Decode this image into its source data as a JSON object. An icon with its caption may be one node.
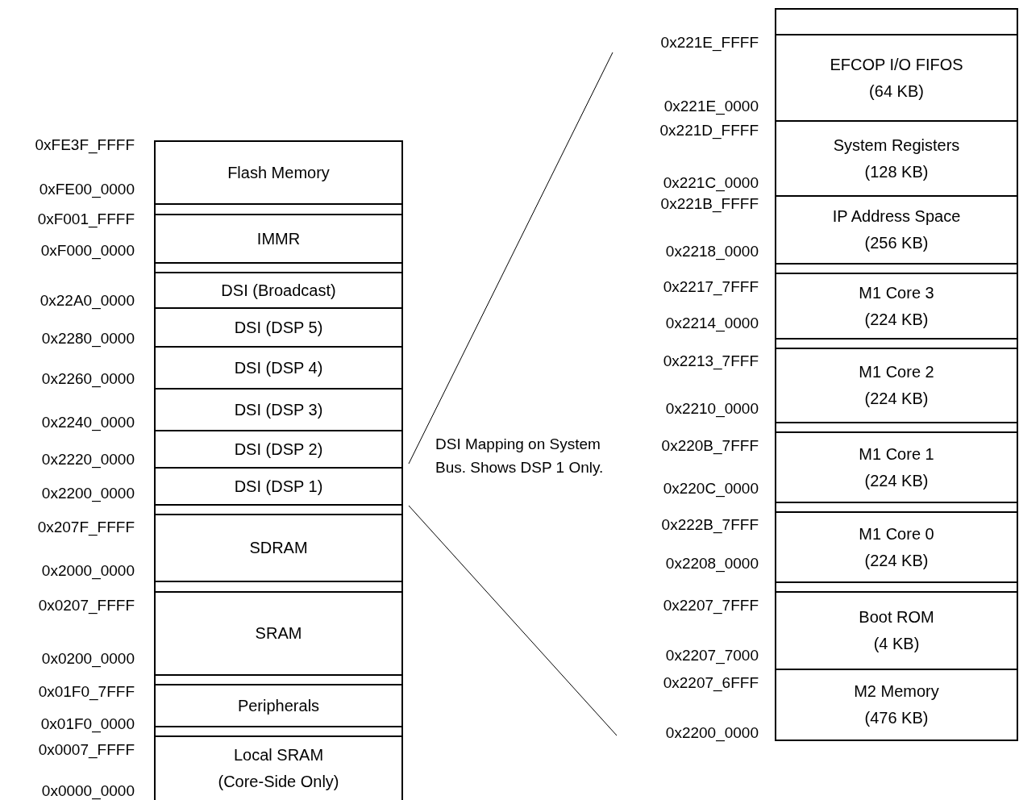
{
  "diagram": {
    "nodes": [
      {
        "text": [
          "Flash Memory"
        ]
      },
      {
        "text": [
          "IMMR"
        ]
      },
      {
        "text": [
          "DSI (Broadcast)"
        ]
      },
      {
        "text": [
          "DSI (DSP 5)"
        ]
      },
      {
        "text": [
          "DSI (DSP 4)"
        ]
      },
      {
        "text": [
          "DSI (DSP 3)"
        ]
      },
      {
        "text": [
          "DSI (DSP 2)"
        ]
      },
      {
        "text": [
          "DSI (DSP 1)"
        ]
      },
      {
        "text": [
          "SDRAM"
        ]
      },
      {
        "text": [
          "SRAM"
        ]
      },
      {
        "text": [
          "Peripherals"
        ]
      },
      {
        "text": [
          "Local SRAM (Core-Side Only)"
        ]
      },
      {
        "text": [
          "EFCOP I/O FIFOS",
          "(64 KB)"
        ]
      },
      {
        "text": [
          "System Registers",
          "(128 KB)"
        ]
      },
      {
        "text": [
          "IP Address Space",
          "(256 KB)"
        ]
      },
      {
        "text": [
          "M1 Core 3",
          "(224 KB)"
        ]
      },
      {
        "text": [
          "M1 Core 2",
          "(224 KB)"
        ]
      },
      {
        "text": [
          "M1 Core 1",
          "(224 KB)"
        ]
      },
      {
        "text": [
          "M1 Core 0",
          "(224 KB)"
        ]
      },
      {
        "text": [
          "Boot ROM",
          "(4 KB)"
        ]
      },
      {
        "text": [
          "M2 Memory",
          "(476 KB)"
        ]
      },
      {
        "text": [],
        "shape": "bar"
      },
      {
        "text": [],
        "shape": "bar"
      },
      {
        "text": [],
        "shape": "bar"
      },
      {
        "text": [],
        "shape": "bar"
      },
      {
        "text": [],
        "shape": "bar"
      },
      {
        "text": [],
        "shape": "bar"
      },
      {
        "text": [],
        "shape": "bar"
      },
      {
        "text": [],
        "shape": "bar"
      },
      {
        "text": [],
        "shape": "bar"
      },
      {
        "text": [],
        "shape": "bar"
      },
      {
        "text": [],
        "shape": "bar"
      },
      {
        "text": [],
        "shape": "bar"
      }
    ],
    "labels": [
      "0x221E_FFFF",
      "0x221E_0000",
      "0x221D_FFFF",
      "0xFE3F_FFFF",
      "0x221C_0000",
      "0xFE00_0000",
      "0x221B_FFFF",
      "0xF001_FFFF",
      "0xF000_0000",
      "0x2218_0000",
      "0x2217_7FFF",
      "0x22A0_0000",
      "0x2214_0000",
      "0x2280_0000",
      "0x2213_7FFF",
      "0x2260_0000",
      "0x2210_0000",
      "0x2240_0000",
      "DSI Mapping on System Bus. Shows DSP 1 Only.",
      "0x220B_7FFF",
      "0x2220_0000",
      "0x220C_0000",
      "0x2200_0000",
      "0x222B_7FFF",
      "0x207F_FFFF",
      "0x2208_0000",
      "0x2000_0000",
      "0x0207_FFFF",
      "0x2207_7FFF",
      "0x2207_7000",
      "0x0200_0000",
      "0x2207_6FFF",
      "0x01F0_7FFF",
      "0x01F0_0000",
      "0x2200_0000",
      "0x0007_FFFF",
      "0x0000_0000"
    ]
  }
}
